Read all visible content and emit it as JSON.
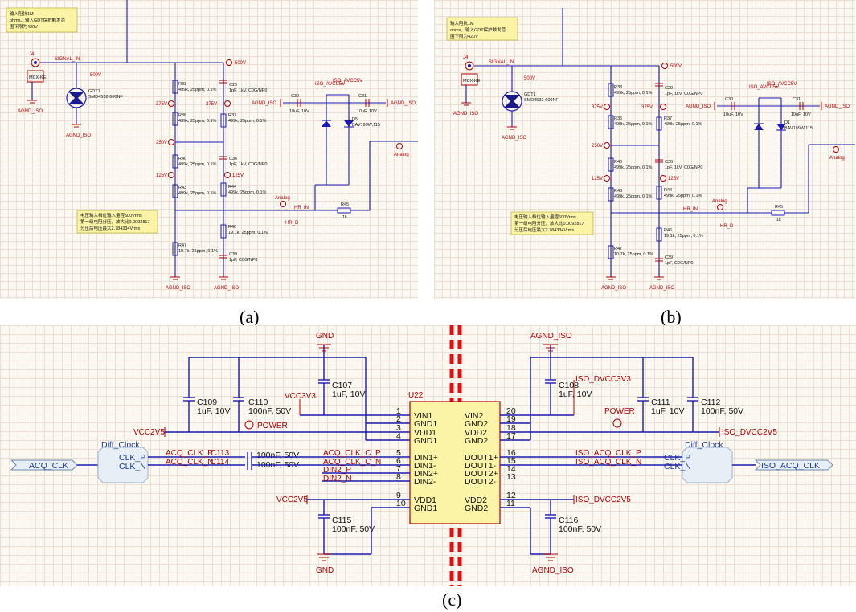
{
  "captions": {
    "a": "(a)",
    "b": "(b)",
    "c": "(c)"
  },
  "top": {
    "note1": [
      "输入阻抗1M",
      "ohms，输入GDT保护触发范",
      "围下限为420V"
    ],
    "note2": [
      "电压输入档位输入量程500Vrms",
      "第一级电阻分压，放大比0.0092817",
      "分压后电压最大2.784334Vrms"
    ],
    "j4": "J4",
    "mcx": "MCX-KE",
    "signal_in": "SIGNAL_IN",
    "v500": "500V",
    "v375": "375V",
    "v250": "250V",
    "v125": "125V",
    "gdt": "GDT1",
    "gdt_part": "SMD4532-600NF",
    "agnd": "AGND_ISO",
    "analog": "Analog",
    "hr_in": "HR_IN",
    "hr_d": "HR_D",
    "iso_avcc": "ISO_AVCC5V",
    "r33": "R33",
    "r33v": "499k, 25ppm, 0.1%",
    "r36": "R36",
    "r36v": "499k, 25ppm, 0.1%",
    "r40": "R40",
    "r40v": "499k, 25ppm, 0.1%",
    "r43": "R43",
    "r43v": "499k, 25ppm, 0.1%",
    "r47": "R47",
    "r47v": "10.7k, 25ppm, 0.1%",
    "r37": "R37",
    "r37v": "499k, 25ppm, 0.1%",
    "r44": "R44",
    "r44v": "499k, 25ppm, 0.1%",
    "r46": "R46",
    "r46v": "19.1k, 25ppm, 0.1%",
    "r45": "R45",
    "r45v": "1k",
    "c29": "C29",
    "c29v": "1pF, 1kV, C0G/NP0",
    "c36": "C36",
    "c36v": "1pF, 1kV, C0G/NP0",
    "c39": "C39",
    "c39v": "1pF, C0G/NP0",
    "c30": "C30",
    "c30v": "10uF, 10V",
    "c31": "C31",
    "c31v": "10uF, 10V",
    "d5": "D5",
    "d1": "D1",
    "dpart": "BAV199W,115"
  },
  "bottom": {
    "gnd": "GND",
    "agnd": "AGND_ISO",
    "vcc3v3": "VCC3V3",
    "vcc2v5": "VCC2V5",
    "iso_dvcc3v3": "ISO_DVCC3V3",
    "iso_dvcc2v5": "ISO_DVCC2V5",
    "power": "POWER",
    "c109": "C109",
    "c109v": "1uF, 10V",
    "c110": "C110",
    "c110v": "100nF, 50V",
    "c107": "C107",
    "c107v": "1uF, 10V",
    "c108": "C108",
    "c108v": "1uF, 10V",
    "c111": "C111",
    "c111v": "1uF, 10V",
    "c112": "C112",
    "c112v": "100nF, 50V",
    "c113": "C113",
    "c114": "C114",
    "c113v": "100nF, 50V",
    "c114v": "100nF, 50V",
    "c115": "C115",
    "c115v": "100nF, 50V",
    "c116": "C116",
    "c116v": "100nF, 50V",
    "u22": "U22",
    "left_pins": [
      {
        "num": "1",
        "name": "VIN1"
      },
      {
        "num": "2",
        "name": "GND1"
      },
      {
        "num": "3",
        "name": "VDD1"
      },
      {
        "num": "4",
        "name": "GND1"
      },
      {
        "num": "5",
        "name": "DIN1+"
      },
      {
        "num": "6",
        "name": "DIN1-"
      },
      {
        "num": "7",
        "name": "DIN2+"
      },
      {
        "num": "8",
        "name": "DIN2-"
      },
      {
        "num": "9",
        "name": "VDD1"
      },
      {
        "num": "10",
        "name": "GND1"
      }
    ],
    "right_pins": [
      {
        "num": "20",
        "name": "VIN2"
      },
      {
        "num": "19",
        "name": "GND2"
      },
      {
        "num": "18",
        "name": "VDD2"
      },
      {
        "num": "17",
        "name": "GND2"
      },
      {
        "num": "16",
        "name": "DOUT1+"
      },
      {
        "num": "15",
        "name": "DOUT1-"
      },
      {
        "num": "14",
        "name": "DOUT2+"
      },
      {
        "num": "13",
        "name": "DOUT2-"
      },
      {
        "num": "12",
        "name": "VDD2"
      },
      {
        "num": "11",
        "name": "GND2"
      }
    ],
    "diff_clock": "Diff_Clock",
    "clk_p": "CLK_P",
    "clk_n": "CLK_N",
    "acq_clk": "ACQ_CLK",
    "iso_acq_clk": "ISO_ACQ_CLK",
    "acq_clk_p": "ACQ_CLK_P",
    "acq_clk_n": "ACQ_CLK_N",
    "acq_clk_c_p": "ACQ_CLK_C_P",
    "acq_clk_c_n": "ACQ_CLK_C_N",
    "din2_p": "DIN2_P",
    "din2_n": "DIN2_N",
    "iso_acq_clk_p": "ISO_ACQ_CLK_P",
    "iso_acq_clk_n": "ISO_ACQ_CLK_N"
  }
}
